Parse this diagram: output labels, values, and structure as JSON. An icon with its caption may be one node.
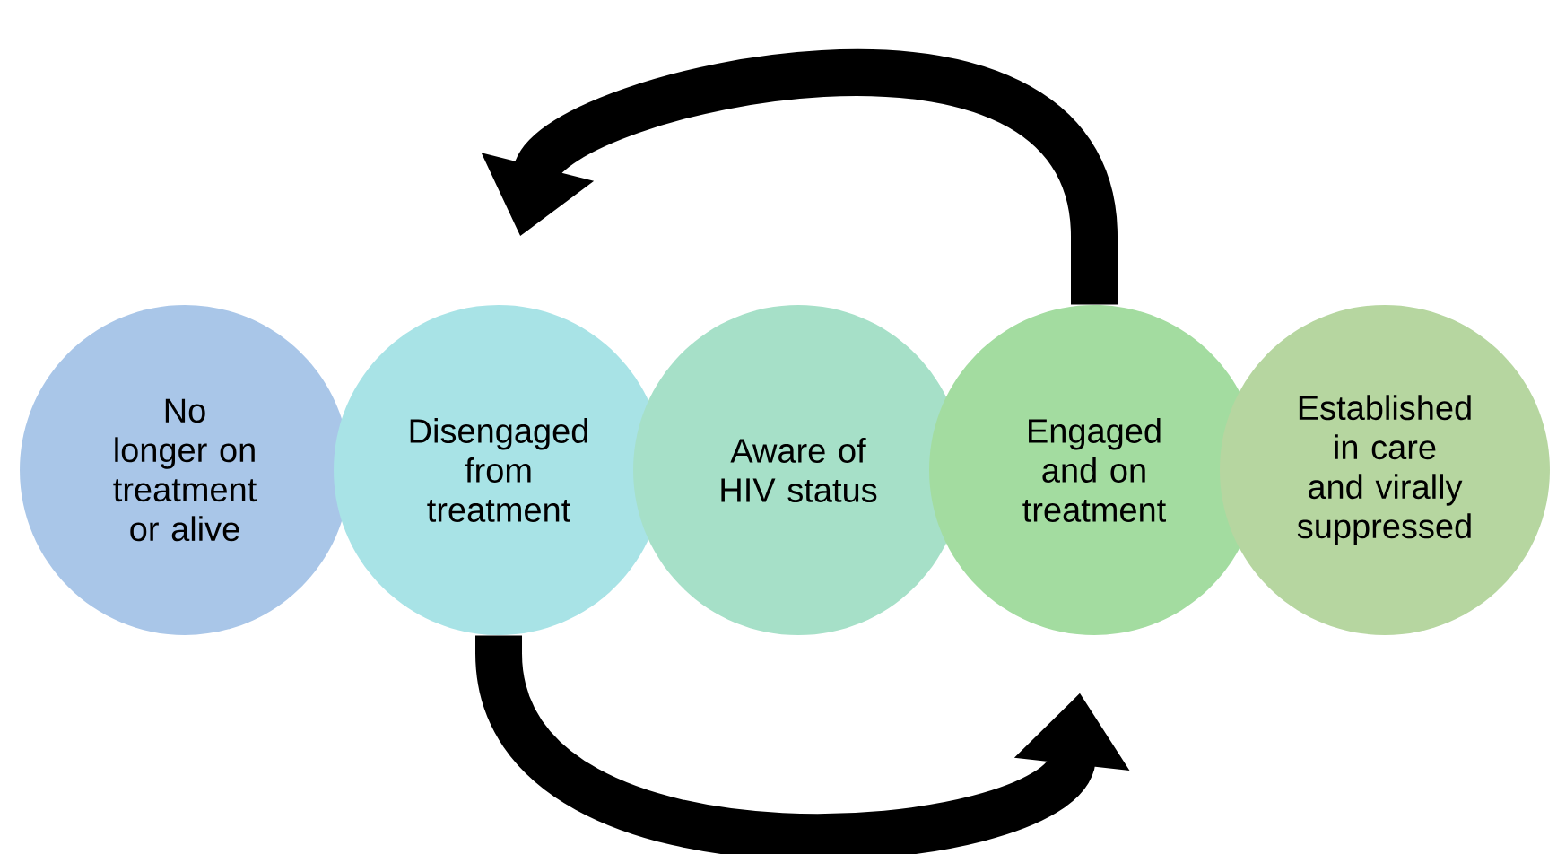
{
  "diagram": {
    "nodes": [
      {
        "text": [
          "No longer on treatment or alive"
        ]
      },
      {
        "text": [
          "Disengaged from treatment"
        ]
      },
      {
        "text": [
          "Aware of HIV status"
        ]
      },
      {
        "text": [
          "Engaged and on treatment"
        ]
      },
      {
        "text": [
          "Established in care and virally suppressed"
        ]
      }
    ],
    "edges": [
      {
        "from": 3,
        "to": 1,
        "arrow": "to"
      },
      {
        "from": 1,
        "to": 3,
        "arrow": "to"
      }
    ]
  }
}
